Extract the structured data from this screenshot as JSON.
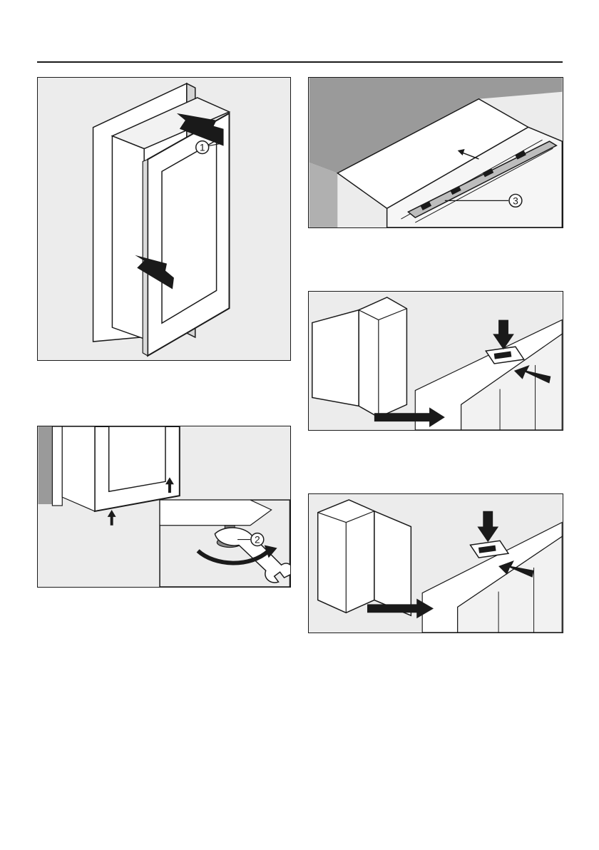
{
  "figures": {
    "door_mounting": {
      "callout": "1"
    },
    "alignment_strip": {
      "callout": "3"
    },
    "hinge_right": {
      "callout": ""
    },
    "foot_adjust": {
      "callout": "2"
    },
    "hinge_left": {
      "callout": ""
    }
  },
  "colors": {
    "ink": "#1a1a1a",
    "panel_bg": "#ececec",
    "wall_gray": "#9a9a9a",
    "white": "#ffffff"
  }
}
